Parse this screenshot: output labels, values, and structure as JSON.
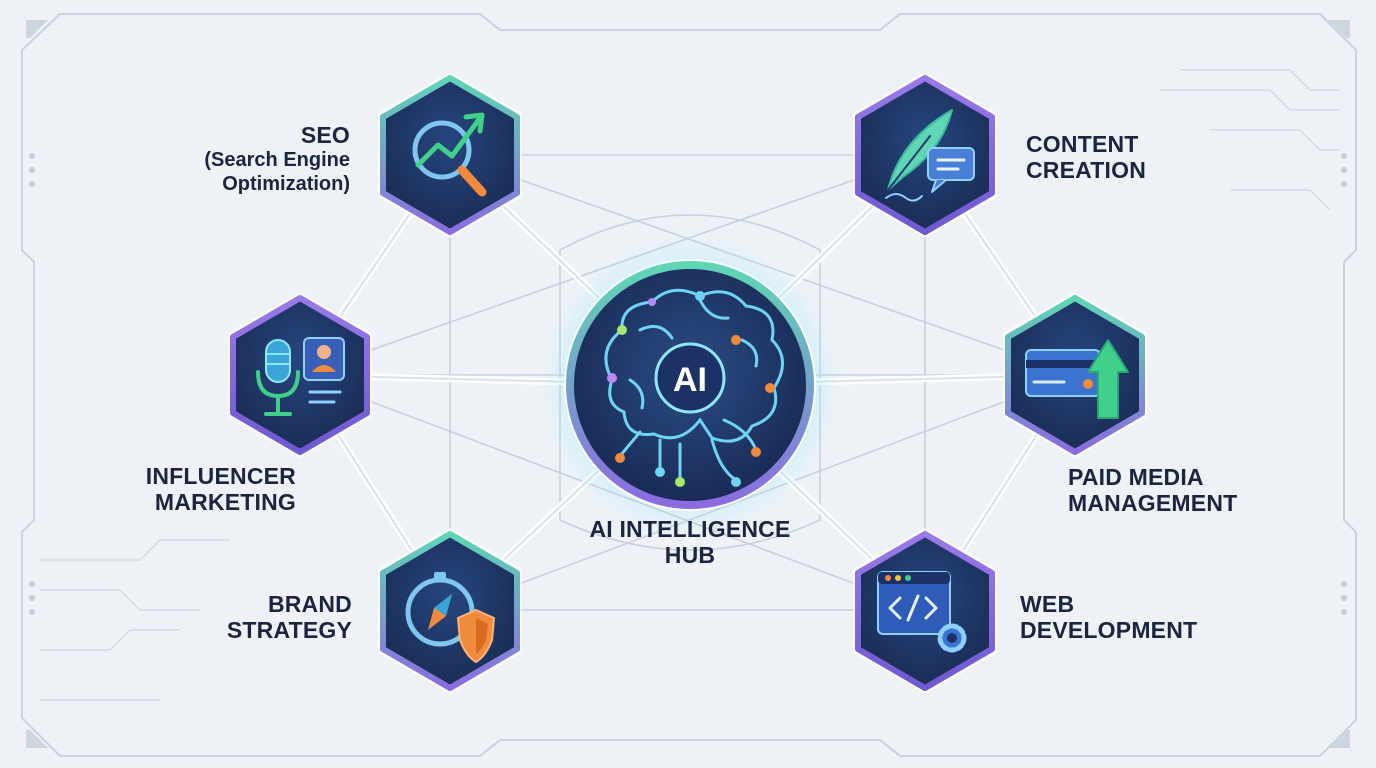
{
  "hub": {
    "badge": "AI",
    "label_line1": "AI INTELLIGENCE",
    "label_line2": "HUB"
  },
  "nodes": {
    "seo": {
      "line1": "SEO",
      "line2": "(Search Engine",
      "line3": "Optimization)",
      "icon": "magnifier-trend-icon"
    },
    "content": {
      "line1": "CONTENT",
      "line2": "CREATION",
      "icon": "quill-chat-icon"
    },
    "influencer": {
      "line1": "INFLUENCER",
      "line2": "MARKETING",
      "icon": "microphone-profile-icon"
    },
    "paid": {
      "line1": "PAID MEDIA",
      "line2": "MANAGEMENT",
      "icon": "card-arrow-icon"
    },
    "brand": {
      "line1": "BRAND",
      "line2": "STRATEGY",
      "icon": "compass-shield-icon"
    },
    "web": {
      "line1": "WEB",
      "line2": "DEVELOPMENT",
      "icon": "code-window-gear-icon"
    }
  },
  "colors": {
    "node_fill": "#1f3a6e",
    "node_fill_dark": "#18284f",
    "ring_green": "#5fd6b4",
    "ring_purple": "#8b6be0",
    "accent_green": "#3fd08a",
    "accent_orange": "#f08a3c",
    "text": "#1b2440",
    "connector": "#ffffff"
  }
}
